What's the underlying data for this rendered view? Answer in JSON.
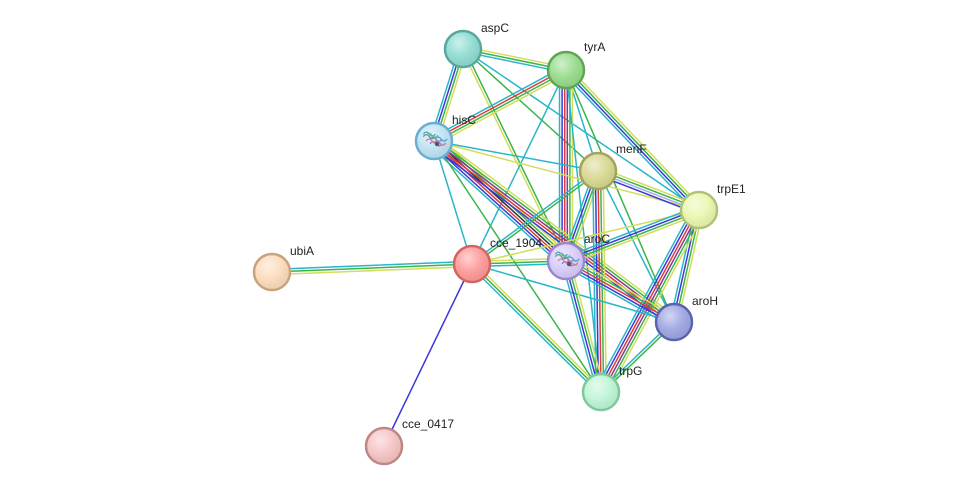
{
  "network": {
    "nodes": [
      {
        "id": "aspC",
        "label": "aspC",
        "color": "#8fdcd3",
        "stroke": "#5aa79e",
        "structure": false
      },
      {
        "id": "tyrA",
        "label": "tyrA",
        "color": "#97dc8c",
        "stroke": "#5fa654",
        "structure": false
      },
      {
        "id": "hisC",
        "label": "hisC",
        "color": "#bfe3f3",
        "stroke": "#6aaed0",
        "structure": true
      },
      {
        "id": "menF",
        "label": "menF",
        "color": "#d8d892",
        "stroke": "#a3a35c",
        "structure": false
      },
      {
        "id": "trpE1",
        "label": "trpE1",
        "color": "#e8f8b0",
        "stroke": "#aec27a",
        "structure": false
      },
      {
        "id": "cce_1904",
        "label": "cce_1904",
        "color": "#ff9a9a",
        "stroke": "#d26464",
        "structure": false
      },
      {
        "id": "aroC",
        "label": "aroC",
        "color": "#d8ccf6",
        "stroke": "#9a86d0",
        "structure": true
      },
      {
        "id": "ubiA",
        "label": "ubiA",
        "color": "#fcdcbc",
        "stroke": "#c8a47e",
        "structure": false
      },
      {
        "id": "aroH",
        "label": "aroH",
        "color": "#9ea6e2",
        "stroke": "#5a63ad",
        "structure": false
      },
      {
        "id": "trpG",
        "label": "trpG",
        "color": "#bff5d6",
        "stroke": "#7dc89d",
        "structure": false
      },
      {
        "id": "cce_0417",
        "label": "cce_0417",
        "color": "#f6c4c4",
        "stroke": "#c08686",
        "structure": false
      }
    ],
    "edge_colors": {
      "cyan": "#2ab5c9",
      "green": "#3bb54a",
      "yellow": "#d3dd5a",
      "blue": "#3a3ad8",
      "red": "#e03c3c",
      "purple": "#8a3a8a",
      "black": "#333333",
      "lavender": "#a9a9f0"
    },
    "edges": [
      {
        "from": "aspC",
        "to": "tyrA",
        "types": [
          "yellow",
          "green",
          "cyan"
        ]
      },
      {
        "from": "aspC",
        "to": "hisC",
        "types": [
          "yellow",
          "green",
          "blue",
          "cyan"
        ]
      },
      {
        "from": "aspC",
        "to": "menF",
        "types": [
          "green"
        ]
      },
      {
        "from": "aspC",
        "to": "trpE1",
        "types": [
          "cyan"
        ]
      },
      {
        "from": "aspC",
        "to": "aroC",
        "types": [
          "green",
          "yellow"
        ]
      },
      {
        "from": "tyrA",
        "to": "hisC",
        "types": [
          "yellow",
          "green",
          "red",
          "cyan"
        ]
      },
      {
        "from": "tyrA",
        "to": "menF",
        "types": [
          "cyan"
        ]
      },
      {
        "from": "tyrA",
        "to": "trpE1",
        "types": [
          "yellow",
          "green",
          "blue",
          "cyan"
        ]
      },
      {
        "from": "tyrA",
        "to": "cce_1904",
        "types": [
          "cyan"
        ]
      },
      {
        "from": "tyrA",
        "to": "aroC",
        "types": [
          "yellow",
          "green",
          "purple",
          "red",
          "blue",
          "cyan"
        ]
      },
      {
        "from": "tyrA",
        "to": "aroH",
        "types": [
          "green"
        ]
      },
      {
        "from": "tyrA",
        "to": "trpG",
        "types": [
          "cyan"
        ]
      },
      {
        "from": "hisC",
        "to": "menF",
        "types": [
          "cyan"
        ]
      },
      {
        "from": "hisC",
        "to": "trpE1",
        "types": [
          "yellow"
        ]
      },
      {
        "from": "hisC",
        "to": "cce_1904",
        "types": [
          "cyan"
        ]
      },
      {
        "from": "hisC",
        "to": "aroC",
        "types": [
          "yellow",
          "green",
          "black",
          "red",
          "blue",
          "cyan"
        ]
      },
      {
        "from": "hisC",
        "to": "aroH",
        "types": [
          "yellow",
          "green",
          "purple",
          "red",
          "blue"
        ]
      },
      {
        "from": "hisC",
        "to": "trpG",
        "types": [
          "green"
        ]
      },
      {
        "from": "menF",
        "to": "trpE1",
        "types": [
          "yellow",
          "green",
          "lavender",
          "blue"
        ]
      },
      {
        "from": "menF",
        "to": "cce_1904",
        "types": [
          "green",
          "cyan"
        ]
      },
      {
        "from": "menF",
        "to": "aroC",
        "types": [
          "yellow",
          "green",
          "blue",
          "cyan"
        ]
      },
      {
        "from": "menF",
        "to": "aroH",
        "types": [
          "cyan"
        ]
      },
      {
        "from": "menF",
        "to": "trpG",
        "types": [
          "yellow",
          "green",
          "red",
          "blue",
          "cyan"
        ]
      },
      {
        "from": "trpE1",
        "to": "cce_1904",
        "types": [
          "yellow"
        ]
      },
      {
        "from": "trpE1",
        "to": "aroC",
        "types": [
          "yellow",
          "green",
          "blue",
          "cyan"
        ]
      },
      {
        "from": "trpE1",
        "to": "aroH",
        "types": [
          "yellow",
          "green",
          "blue",
          "cyan"
        ]
      },
      {
        "from": "trpE1",
        "to": "trpG",
        "types": [
          "yellow",
          "green",
          "purple",
          "red",
          "blue",
          "cyan"
        ]
      },
      {
        "from": "cce_1904",
        "to": "ubiA",
        "types": [
          "yellow",
          "green",
          "cyan"
        ]
      },
      {
        "from": "cce_1904",
        "to": "cce_0417",
        "types": [
          "blue"
        ]
      },
      {
        "from": "cce_1904",
        "to": "aroC",
        "types": [
          "yellow",
          "green",
          "cyan"
        ]
      },
      {
        "from": "cce_1904",
        "to": "aroH",
        "types": [
          "cyan"
        ]
      },
      {
        "from": "cce_1904",
        "to": "trpG",
        "types": [
          "yellow",
          "green",
          "cyan"
        ]
      },
      {
        "from": "aroC",
        "to": "aroH",
        "types": [
          "yellow",
          "green",
          "red",
          "blue",
          "cyan"
        ]
      },
      {
        "from": "aroC",
        "to": "trpG",
        "types": [
          "yellow",
          "green",
          "blue",
          "cyan"
        ]
      },
      {
        "from": "aroH",
        "to": "trpG",
        "types": [
          "green",
          "cyan"
        ]
      }
    ]
  }
}
